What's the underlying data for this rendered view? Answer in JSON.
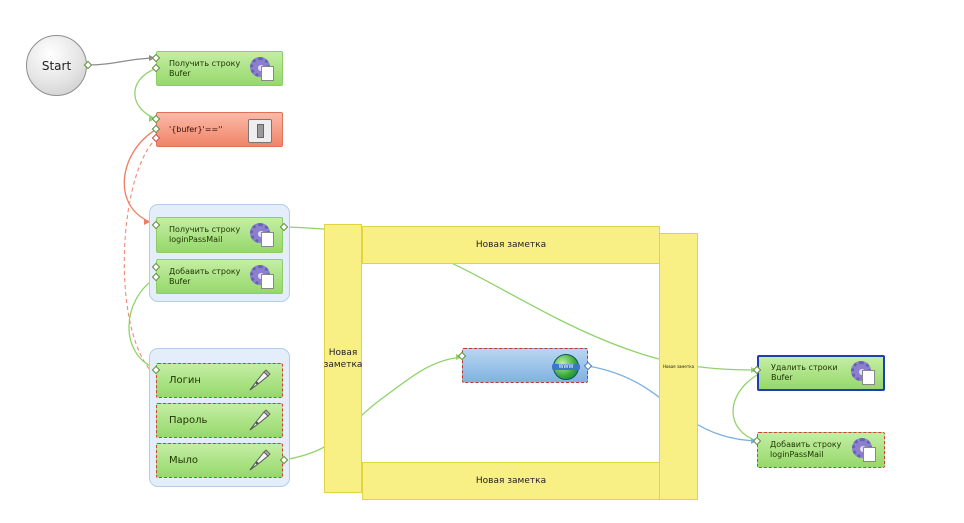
{
  "diagram": {
    "start_label": "Start",
    "nodes": {
      "get_bufer": "Получить строку\nBufer",
      "condition": "'{bufer}'==''",
      "get_login": "Получить строку\nloginPassMail",
      "add_bufer": "Добавить строку\nBufer",
      "login": "Логин",
      "password": "Пароль",
      "soap": "Мыло",
      "navigate": "",
      "delete_rows": "Удалить строки\nBufer",
      "add_login": "Добавить строку\nloginPassMail"
    },
    "notes": {
      "left": "Новая\nзаметка",
      "top": "Новая заметка",
      "bottom": "Новая заметка",
      "right": "Новая заметка"
    },
    "globe_text": "WWW",
    "colors": {
      "success_link": "#8fd36a",
      "fail_link": "#f07c62",
      "flow_link": "#8fd36a",
      "blue_link": "#7bb0de",
      "start_link": "#8c8c8c"
    }
  }
}
